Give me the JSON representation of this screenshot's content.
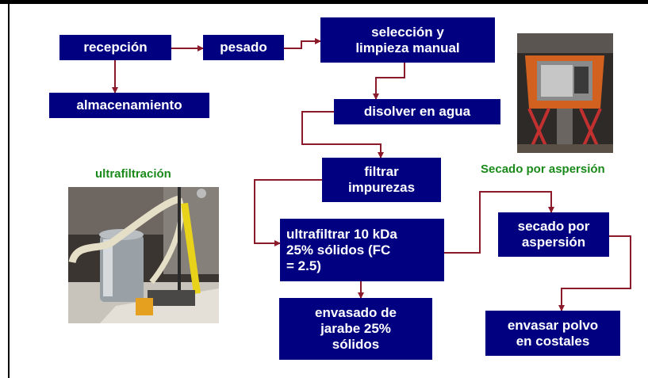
{
  "colors": {
    "box_fill": "#000080",
    "box_text": "#ffffff",
    "arrow": "#8b1a2b",
    "caption": "#1a8a1a"
  },
  "boxes": {
    "recepcion": "recepción",
    "pesado": "pesado",
    "seleccion": "selección y\nlimpieza manual",
    "almacenamiento": "almacenamiento",
    "disolver": "disolver en agua",
    "filtrar": "filtrar\nimpurezas",
    "ultrafiltrar": "ultrafiltrar 10 kDa\n25% sólidos (FC\n= 2.5)",
    "envasado": "envasado de\njarabe 25%\nsólidos",
    "secado": "secado por\naspersión",
    "envasar_polvo": "envasar polvo\nen costales"
  },
  "captions": {
    "ultrafiltracion": "ultrafiltración",
    "secado_aspersion": "Secado por aspersión"
  },
  "photos": {
    "ultrafiltration": "ultrafiltration-equipment-photo",
    "spray_dryer": "spray-dryer-photo"
  }
}
